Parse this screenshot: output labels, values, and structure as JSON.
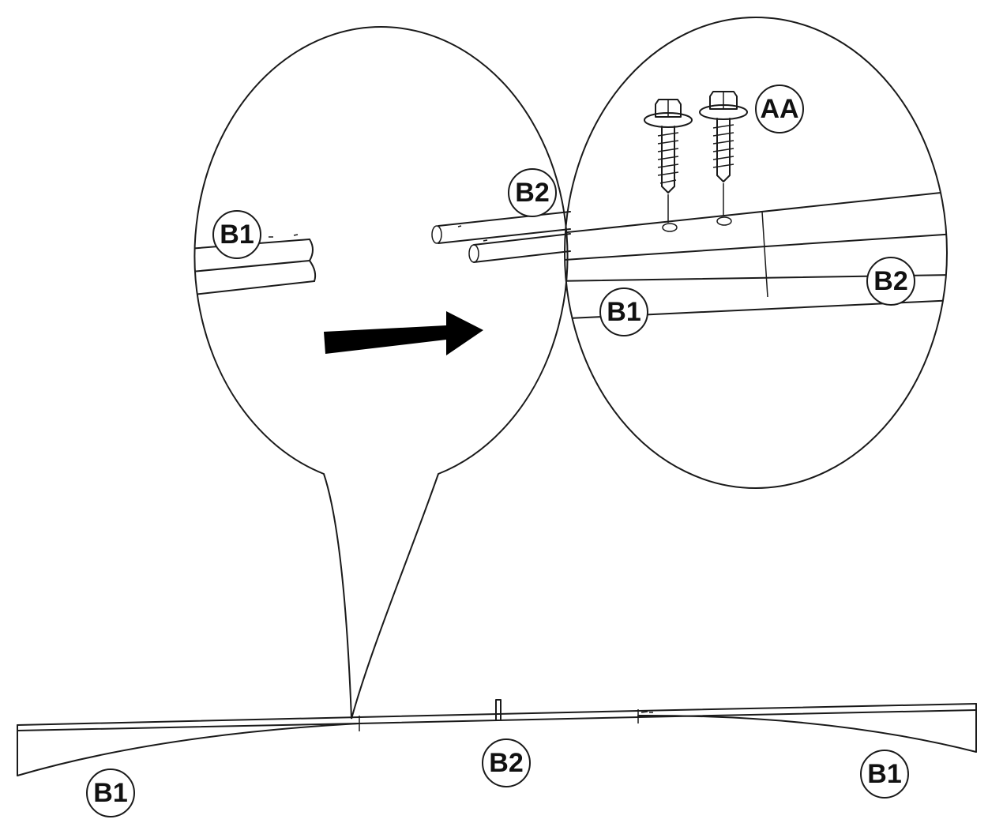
{
  "labels": {
    "b1_left_zoom": "B1",
    "b2_top_zoom": "B2",
    "aa_screws": "AA",
    "b2_right_zoom": "B2",
    "b1_right_zoom": "B1",
    "b2_bottom": "B2",
    "b1_bottom_left": "B1",
    "b1_bottom_right": "B1"
  },
  "colors": {
    "stroke": "#1a1a1a",
    "arrow_fill": "#000000",
    "background": "#ffffff"
  }
}
